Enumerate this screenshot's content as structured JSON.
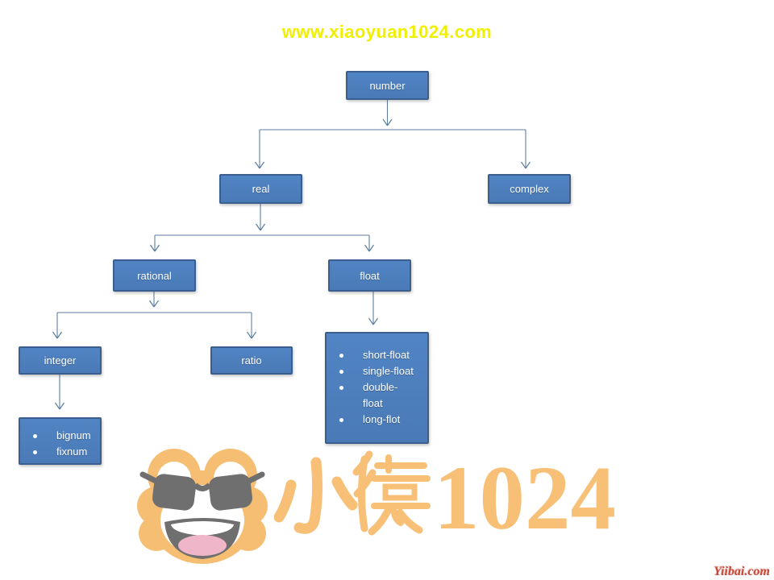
{
  "page": {
    "top_watermark": "www.xiaoyuan1024.com",
    "bottom_watermark": "Yiibai.com"
  },
  "diagram": {
    "nodes": {
      "number": "number",
      "real": "real",
      "complex": "complex",
      "rational": "rational",
      "float": "float",
      "integer": "integer",
      "ratio": "ratio"
    },
    "float_list": [
      "short-float",
      "single-float",
      "double-\nfloat",
      "long-flot"
    ],
    "integer_list": [
      "bignum",
      "fixnum"
    ],
    "edges": [
      {
        "from": "number",
        "to": "real"
      },
      {
        "from": "number",
        "to": "complex"
      },
      {
        "from": "real",
        "to": "rational"
      },
      {
        "from": "real",
        "to": "float"
      },
      {
        "from": "rational",
        "to": "integer"
      },
      {
        "from": "rational",
        "to": "ratio"
      },
      {
        "from": "float",
        "to": "float-list"
      },
      {
        "from": "integer",
        "to": "integer-list"
      }
    ],
    "colors": {
      "node_fill": "#4C7EBD",
      "node_border": "#3A5F8E",
      "node_text": "#FFFFFF",
      "connector": "#5E7EA0"
    }
  },
  "logo": {
    "cjk": "小猿",
    "digits": "1024",
    "color": "#F8C077"
  }
}
